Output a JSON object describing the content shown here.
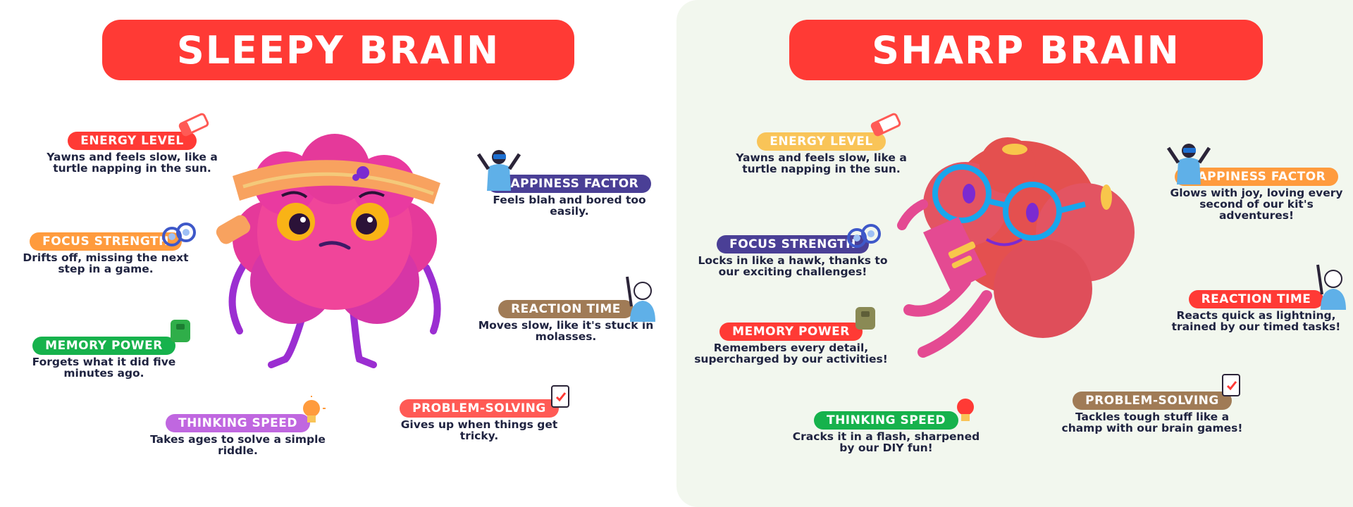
{
  "colors": {
    "banner": "#ff3a35",
    "right_bg": "#f2f7ee",
    "text_dark": "#1f2340",
    "red": "#ff3a35",
    "orange": "#ff9b3d",
    "yellow": "#f9c458",
    "navy": "#4a3f96",
    "brown": "#a07b56",
    "green": "#16b24c",
    "purple": "#c067e0",
    "coral": "#ff5a55"
  },
  "left": {
    "title": "SLEEPY BRAIN",
    "traits": {
      "energy": {
        "label": "ENERGY LEVEL",
        "desc": "Yawns and feels slow, like a turtle napping in the sun."
      },
      "happiness": {
        "label": "HAPPINESS FACTOR",
        "desc": "Feels blah and bored too easily."
      },
      "focus": {
        "label": "FOCUS STRENGTH",
        "desc": "Drifts off, missing the next step in a game."
      },
      "reaction": {
        "label": "REACTION TIME",
        "desc": "Moves slow, like it's stuck in molasses."
      },
      "memory": {
        "label": "MEMORY POWER",
        "desc": "Forgets what it did five minutes ago."
      },
      "problem": {
        "label": "PROBLEM-SOLVING",
        "desc": "Gives up when things get tricky."
      },
      "thinking": {
        "label": "THINKING SPEED",
        "desc": "Takes ages to solve a simple riddle."
      }
    }
  },
  "right": {
    "title": "SHARP BRAIN",
    "traits": {
      "energy": {
        "label": "ENERGY LEVEL",
        "desc": "Yawns and feels slow, like a turtle napping in the sun."
      },
      "happiness": {
        "label": "HAPPINESS FACTOR",
        "desc": "Glows with joy, loving every second of our kit's adventures!"
      },
      "focus": {
        "label": "FOCUS STRENGTH",
        "desc": "Locks in like a hawk, thanks to our exciting challenges!"
      },
      "reaction": {
        "label": "REACTION TIME",
        "desc": "Reacts quick as lightning, trained by our timed tasks!"
      },
      "memory": {
        "label": "MEMORY POWER",
        "desc": "Remembers every detail, supercharged by our activities!"
      },
      "problem": {
        "label": "PROBLEM-SOLVING",
        "desc": "Tackles tough stuff like a champ with our brain games!"
      },
      "thinking": {
        "label": "THINKING SPEED",
        "desc": "Cracks it in a flash, sharpened by our DIY fun!"
      }
    }
  }
}
